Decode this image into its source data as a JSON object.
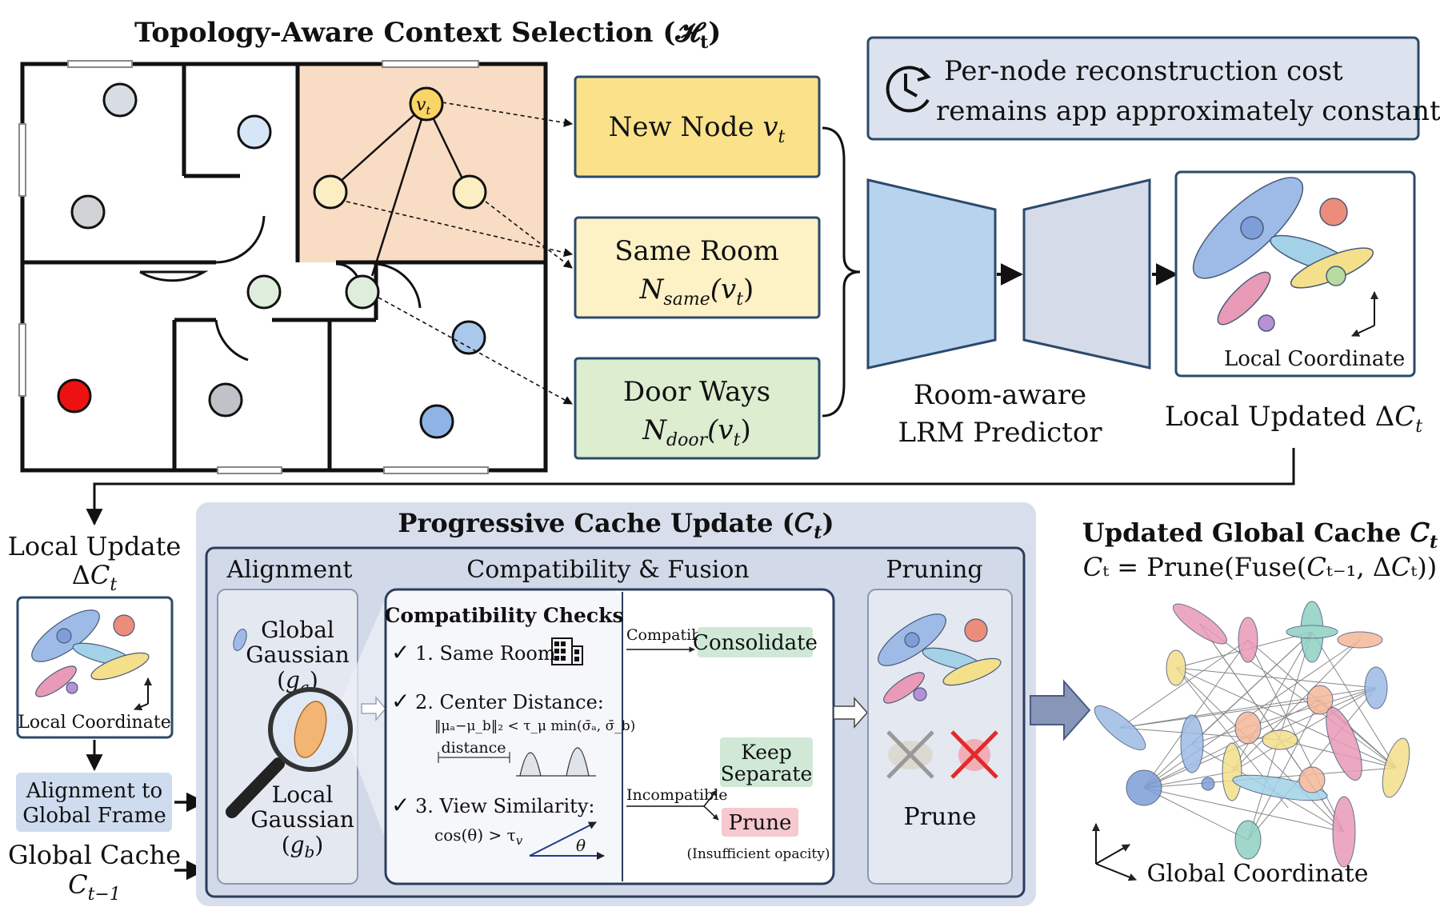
{
  "top": {
    "title": "Topology-Aware Context Selection (𝓗",
    "title_sub": "t",
    "title_close": ")",
    "cost_note_line1": "Per-node reconstruction cost",
    "cost_note_line2": "remains app approximately constant",
    "box_new_node": "New Node 𝑣",
    "box_new_node_sub": "t",
    "box_same_room_line1": "Same Room",
    "box_same_room_line2": "𝑁",
    "box_same_room_line2_sub": "same",
    "box_same_room_line2_tail": "(𝑣",
    "box_door_line1": "Door Ways",
    "box_door_line2": "𝑁",
    "box_door_line2_sub": "door",
    "predictor_line1": "Room-aware",
    "predictor_line2": "LRM Predictor",
    "local_coord": "Local Coordinate",
    "local_updated": "Local Updated Δ𝐶",
    "local_updated_sub": "t",
    "vt_label": "𝑣",
    "vt_label_sub": "t"
  },
  "bottom": {
    "title": "Progressive Cache Update (𝐶",
    "title_sub": "t",
    "title_close": ")",
    "local_update_line1": "Local Update",
    "local_update_line2": "Δ𝐶",
    "local_update_line2_sub": "t",
    "local_coord": "Local Coordinate",
    "alignment_box_line1": "Alignment to",
    "alignment_box_line2": "Global Frame",
    "global_cache_line1": "Global Cache",
    "global_cache_line2": "𝐶",
    "global_cache_line2_sub": "t−1",
    "alignment_header": "Alignment",
    "compat_header": "Compatibility & Fusion",
    "pruning_header": "Pruning",
    "global_gaussian_line1": "Global",
    "global_gaussian_line2": "Gaussian",
    "global_gaussian_line3": "(𝑔",
    "global_gaussian_line3_sub": "a",
    "local_gaussian_line1": "Local",
    "local_gaussian_line2": "Gaussian",
    "local_gaussian_line3": "(𝑔",
    "local_gaussian_line3_sub": "b",
    "checks_title": "Compatibility Checks",
    "check1": "1. Same Room",
    "check2": "2. Center Distance:",
    "check2_formula": "‖μₐ−μ_b‖₂ < τ_μ min(σ̄ₐ, σ̄_b)",
    "distance_label": "distance",
    "check3": "3. View Similarity:",
    "check3_formula": "cos(θ) > τ",
    "check3_formula_sub": "v",
    "theta": "θ",
    "compatible": "Compatible",
    "consolidate": "Consolidate",
    "incompatible": "Incompatible",
    "keep_separate_line1": "Keep",
    "keep_separate_line2": "Separate",
    "prune_btn": "Prune",
    "insufficient": "(Insufficient opacity)",
    "prune_label": "Prune",
    "updated_title": "Updated Global Cache 𝐶",
    "updated_title_sub": "t",
    "formula": "𝐶ₜ = Prune(Fuse(𝐶ₜ₋₁, Δ𝐶ₜ))",
    "global_coord": "Global Coordinate"
  },
  "colors": {
    "room_highlight": "#f9dcc4",
    "new_node": "#fbe28a",
    "same_room": "#fdf1c6",
    "door": "#dcedd0",
    "encoder": "#b8d3ee",
    "decoder": "#d5dbe8",
    "panel": "#d8deec",
    "consolidate": "#cfe9d6",
    "prune": "#f6c9cf"
  }
}
